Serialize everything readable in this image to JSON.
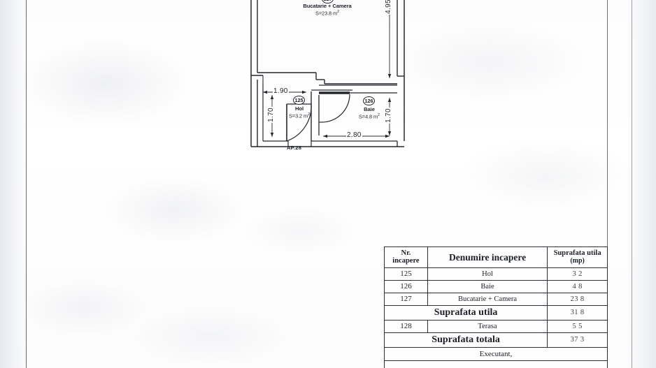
{
  "document": {
    "type": "architectural-floor-plan-scan",
    "apartment_label": "AP.28"
  },
  "floor_plan": {
    "rooms": [
      {
        "number": "127",
        "name": "Bucatarie + Camera",
        "area_label": "S=23.8 m",
        "area_unit": "2"
      },
      {
        "number": "125",
        "name": "Hol",
        "area_label": "S=3.2 m",
        "area_unit": "2"
      },
      {
        "number": "126",
        "name": "Baie",
        "area_label": "S=4.8 m",
        "area_unit": "2"
      }
    ],
    "dimensions": {
      "main_room_height": "4.95",
      "hol_width": "1.90",
      "hol_depth": "1.70",
      "baie_depth": "1.70",
      "baie_width": "2.80"
    }
  },
  "schedule": {
    "headers": {
      "nr": "Nr. incapere",
      "nr_line1": "Nr.",
      "nr_line2": "incapere",
      "name": "Denumire incapere",
      "area": "Suprafata utila",
      "area_unit": "(mp)"
    },
    "rows": [
      {
        "nr": "125",
        "name": "Hol",
        "area": "3 2"
      },
      {
        "nr": "126",
        "name": "Baie",
        "area": "4 8"
      },
      {
        "nr": "127",
        "name": "Bucatarie + Camera",
        "area": "23 8"
      }
    ],
    "subtotal": {
      "label": "Suprafata utila",
      "area": "31 8"
    },
    "terasa": {
      "nr": "128",
      "name": "Terasa",
      "area": "5 5"
    },
    "total": {
      "label": "Suprafata totala",
      "area": "37 3"
    },
    "footer": {
      "label": "Executant,"
    }
  },
  "colors": {
    "ink": "#1c2026",
    "paper": "#ffffff",
    "frame": "#6b7078"
  }
}
